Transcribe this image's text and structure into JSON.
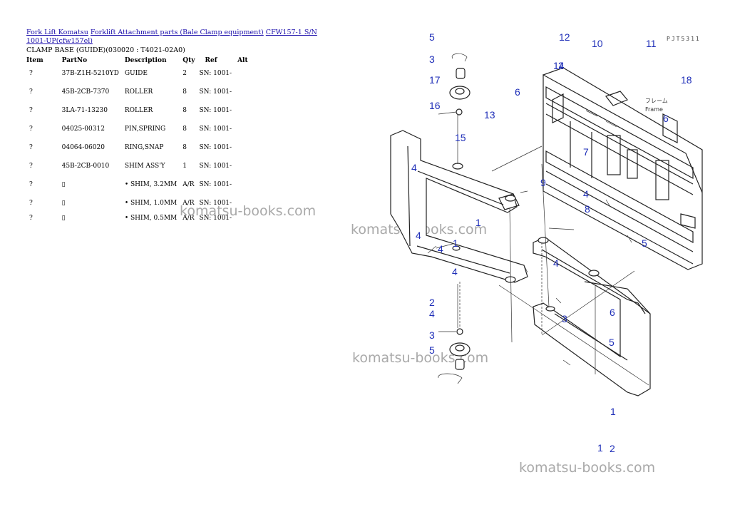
{
  "breadcrumb": {
    "links": [
      "Fork Lift Komatsu",
      "Forklift Attachment parts (Bale Clamp equipment)",
      "CFW157-1 S/N 1001-UP(cfw157el)"
    ]
  },
  "subtitle": "CLAMP BASE (GUIDE)(030020 : T4021-02A0)",
  "table": {
    "headers": [
      "Item",
      "PartNo",
      "Description",
      "Qty",
      "Ref",
      "Alt"
    ],
    "rows": [
      {
        "item": "?",
        "part": "37B-Z1H-5210YD",
        "desc": "GUIDE",
        "qty": "2",
        "ref": "SN: 1001-"
      },
      {
        "item": "?",
        "part": "45B-2CB-7370",
        "desc": "ROLLER",
        "qty": "8",
        "ref": "SN: 1001-"
      },
      {
        "item": "?",
        "part": "3LA-71-13230",
        "desc": "ROLLER",
        "qty": "8",
        "ref": "SN: 1001-"
      },
      {
        "item": "?",
        "part": "04025-00312",
        "desc": "PIN,SPRING",
        "qty": "8",
        "ref": "SN: 1001-"
      },
      {
        "item": "?",
        "part": "04064-06020",
        "desc": "RING,SNAP",
        "qty": "8",
        "ref": "SN: 1001-"
      },
      {
        "item": "?",
        "part": "45B-2CB-0010",
        "desc": "SHIM ASS'Y",
        "qty": "1",
        "ref": "SN: 1001-"
      },
      {
        "item": "?",
        "part": "▯",
        "desc": "• SHIM, 3.2MM",
        "qty": "A/R",
        "ref": "SN: 1001-"
      },
      {
        "item": "?",
        "part": "▯",
        "desc": "• SHIM, 1.0MM",
        "qty": "A/R",
        "ref": "SN: 1001-"
      },
      {
        "item": "?",
        "part": "▯",
        "desc": "• SHIM, 0.5MM",
        "qty": "A/R",
        "ref": "SN: 1001-"
      }
    ]
  },
  "watermark": "komatsu-books.com",
  "diagram": {
    "code": "PJT5311",
    "frame_label": [
      "フレーム",
      "Frame"
    ],
    "callouts": [
      "5",
      "12",
      "10",
      "11",
      "3",
      "2",
      "17",
      "14",
      "18",
      "6",
      "16",
      "13",
      "6",
      "15",
      "7",
      "4",
      "9",
      "4",
      "8",
      "1",
      "4",
      "4",
      "1",
      "5",
      "4",
      "4",
      "3",
      "6",
      "2",
      "4",
      "3",
      "5",
      "5",
      "1",
      "1",
      "2"
    ]
  }
}
